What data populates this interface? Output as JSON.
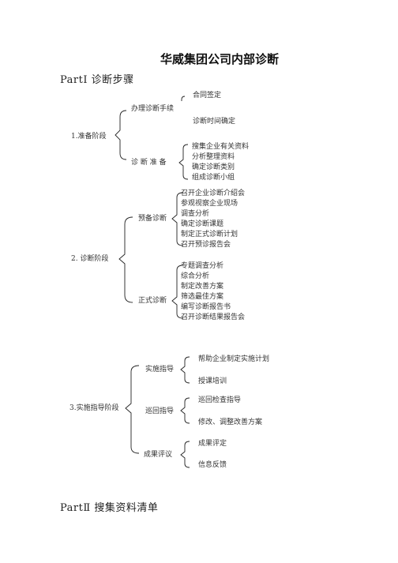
{
  "title": "华威集团公司内部诊断",
  "part1": "PartⅠ  诊断步骤",
  "part2": "PartⅡ  搜集资料清单",
  "stages": [
    {
      "label": "1.准备阶段",
      "groups": [
        {
          "label": "办理诊断手续",
          "items": [
            "合同签定",
            "诊断时间确定"
          ]
        },
        {
          "label": "诊  断  准  备",
          "items": [
            "搜集企业有关资料",
            "分析整理资料",
            "确定诊断类别",
            "组成诊断小组"
          ]
        }
      ]
    },
    {
      "label": "2. 诊断阶段",
      "groups": [
        {
          "label": "预备诊断",
          "items": [
            "召开企业诊断介绍会",
            "参观视察企业现场",
            "调查分析",
            "确定诊断课题",
            "制定正式诊断计划",
            "召开预诊报告会"
          ]
        },
        {
          "label": "正式诊断",
          "items": [
            "专题调查分析",
            "综合分析",
            "制定改善方案",
            "筛选最佳方案",
            "编写诊断报告书",
            "召开诊断结果报告会"
          ]
        }
      ]
    },
    {
      "label": "3.实施指导阶段",
      "groups": [
        {
          "label": "实施指导",
          "items": [
            "帮助企业制定实施计划",
            "授课培训"
          ]
        },
        {
          "label": "巡回指导",
          "items": [
            "巡回检查指导",
            "修改、调整改善方案"
          ]
        },
        {
          "label": "成果评议",
          "items": [
            "成果评定",
            "信息反馈"
          ]
        }
      ]
    }
  ]
}
